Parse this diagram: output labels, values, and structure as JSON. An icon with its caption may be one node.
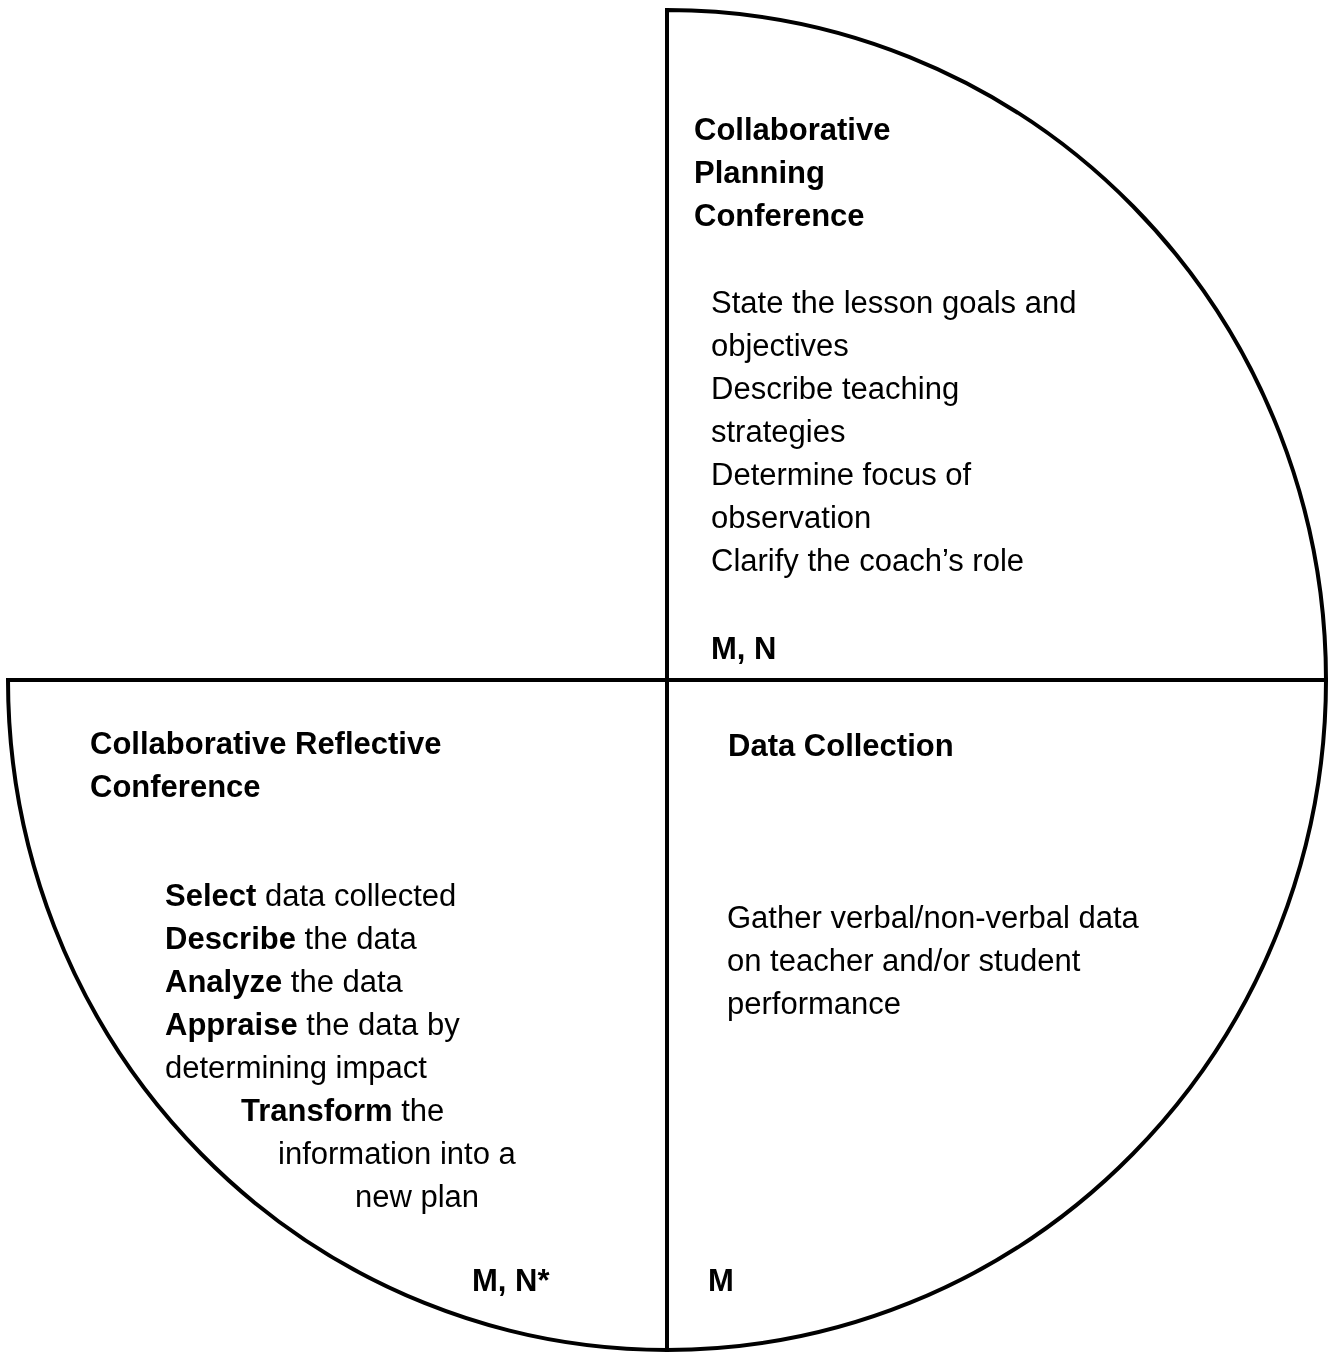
{
  "diagram": {
    "nodes": [
      {
        "text": [
          "Collaborative Planning Conference",
          "State the lesson goals and objectives",
          "Describe teaching strategies",
          "Determine focus of observation",
          "Clarify the coach’s role",
          "M, N"
        ]
      },
      {
        "text": [
          "Collaborative Reflective Conference",
          "**Select** data collected",
          "**Describe** the data",
          "**Analyze** the data",
          "**Appraise** the data by determining impact",
          "**Transform** the information into a new plan",
          "M, N*"
        ]
      },
      {
        "text": [
          "Data Collection",
          "Gather verbal/non-verbal data on teacher and/or student performance",
          "M"
        ]
      }
    ]
  }
}
